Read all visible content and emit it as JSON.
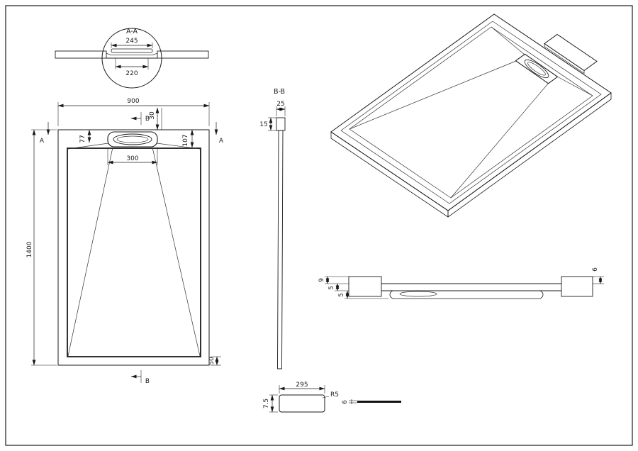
{
  "sheet": {
    "type": "technical-drawing",
    "subject": "shower-tray"
  },
  "colors": {
    "line": "#1a1a1a",
    "tray_fill": "#d8d8d8",
    "floor_fill": "#cfcfcf",
    "cover_fill": "#9fa8c4"
  },
  "detail_aa": {
    "title": "A-A",
    "dim_cover": "245",
    "dim_opening": "220"
  },
  "plan": {
    "dim_width": "900",
    "dim_height": "1400",
    "dim_drain_width": "300",
    "dim_offset_left": "77",
    "dim_offset_right": "107",
    "dim_offset_top": "30",
    "dim_border_bottom": "50",
    "marker_a": "A",
    "marker_b": "B"
  },
  "section_bb": {
    "title": "B-B",
    "dim_depth": "25",
    "dim_edge": "15"
  },
  "side_section": {
    "dim_rim": "9",
    "dim_floor": "5",
    "dim_lip": "5",
    "dim_edge": "6"
  },
  "cover_detail": {
    "dim_length": "295",
    "dim_height": "7.5",
    "dim_radius": "R5",
    "dim_thickness": "6"
  }
}
